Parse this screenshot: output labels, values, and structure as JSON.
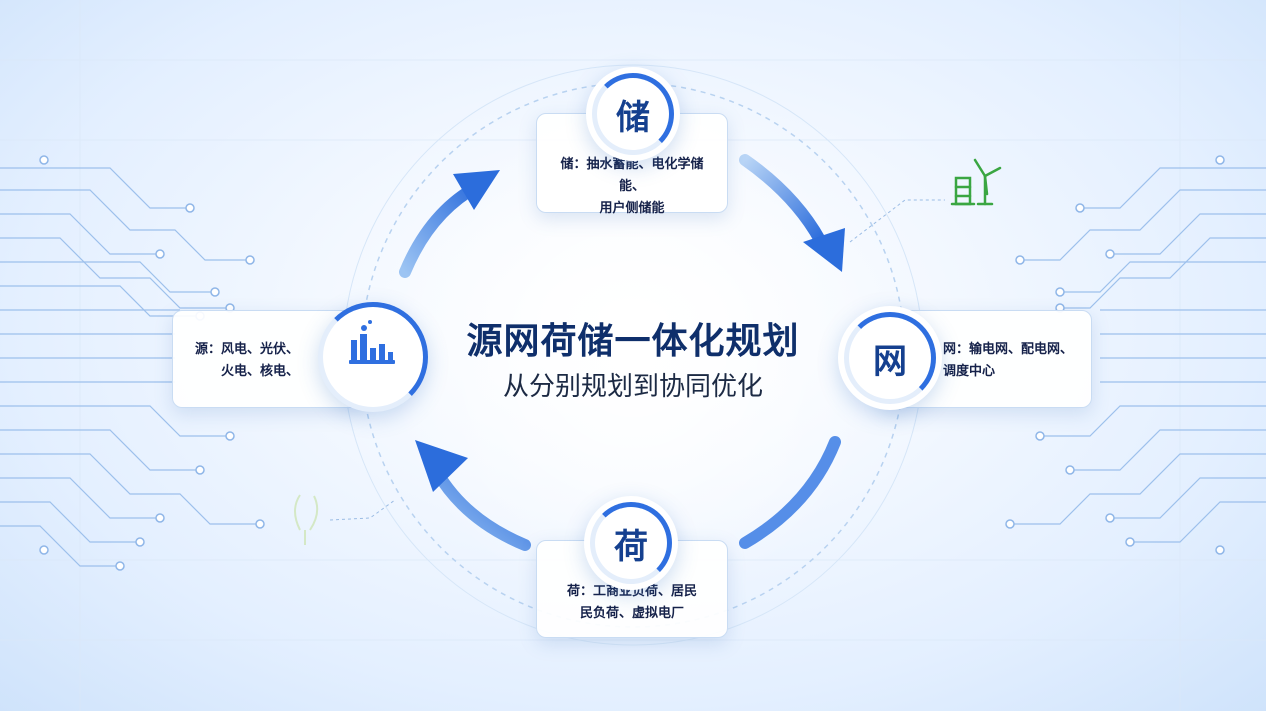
{
  "center": {
    "title": "源网荷储一体化规划",
    "subtitle": "从分别规划到协同优化"
  },
  "nodes": {
    "storage": {
      "char": "储",
      "line1": "储：抽水蓄能、电化学储能、",
      "line2": "用户侧储能"
    },
    "grid": {
      "char": "网",
      "line1": "网：输电网、配电网、",
      "line2": "调度中心"
    },
    "load": {
      "char": "荷",
      "line1": "荷：工商业负荷、居民",
      "line2": "民负荷、虚拟电厂"
    },
    "source": {
      "line1": "源：风电、光伏、",
      "line2": "火电、核电、"
    }
  },
  "icons": {
    "source": "power-plant-icon",
    "wind": "wind-turbine-icon",
    "faint_plant": "plant-leaf-icon"
  },
  "colors": {
    "accent_blue": "#2f6fe0",
    "title_navy": "#0f2f6b",
    "green": "#3aa642",
    "circuit": "#8fb6e8"
  }
}
